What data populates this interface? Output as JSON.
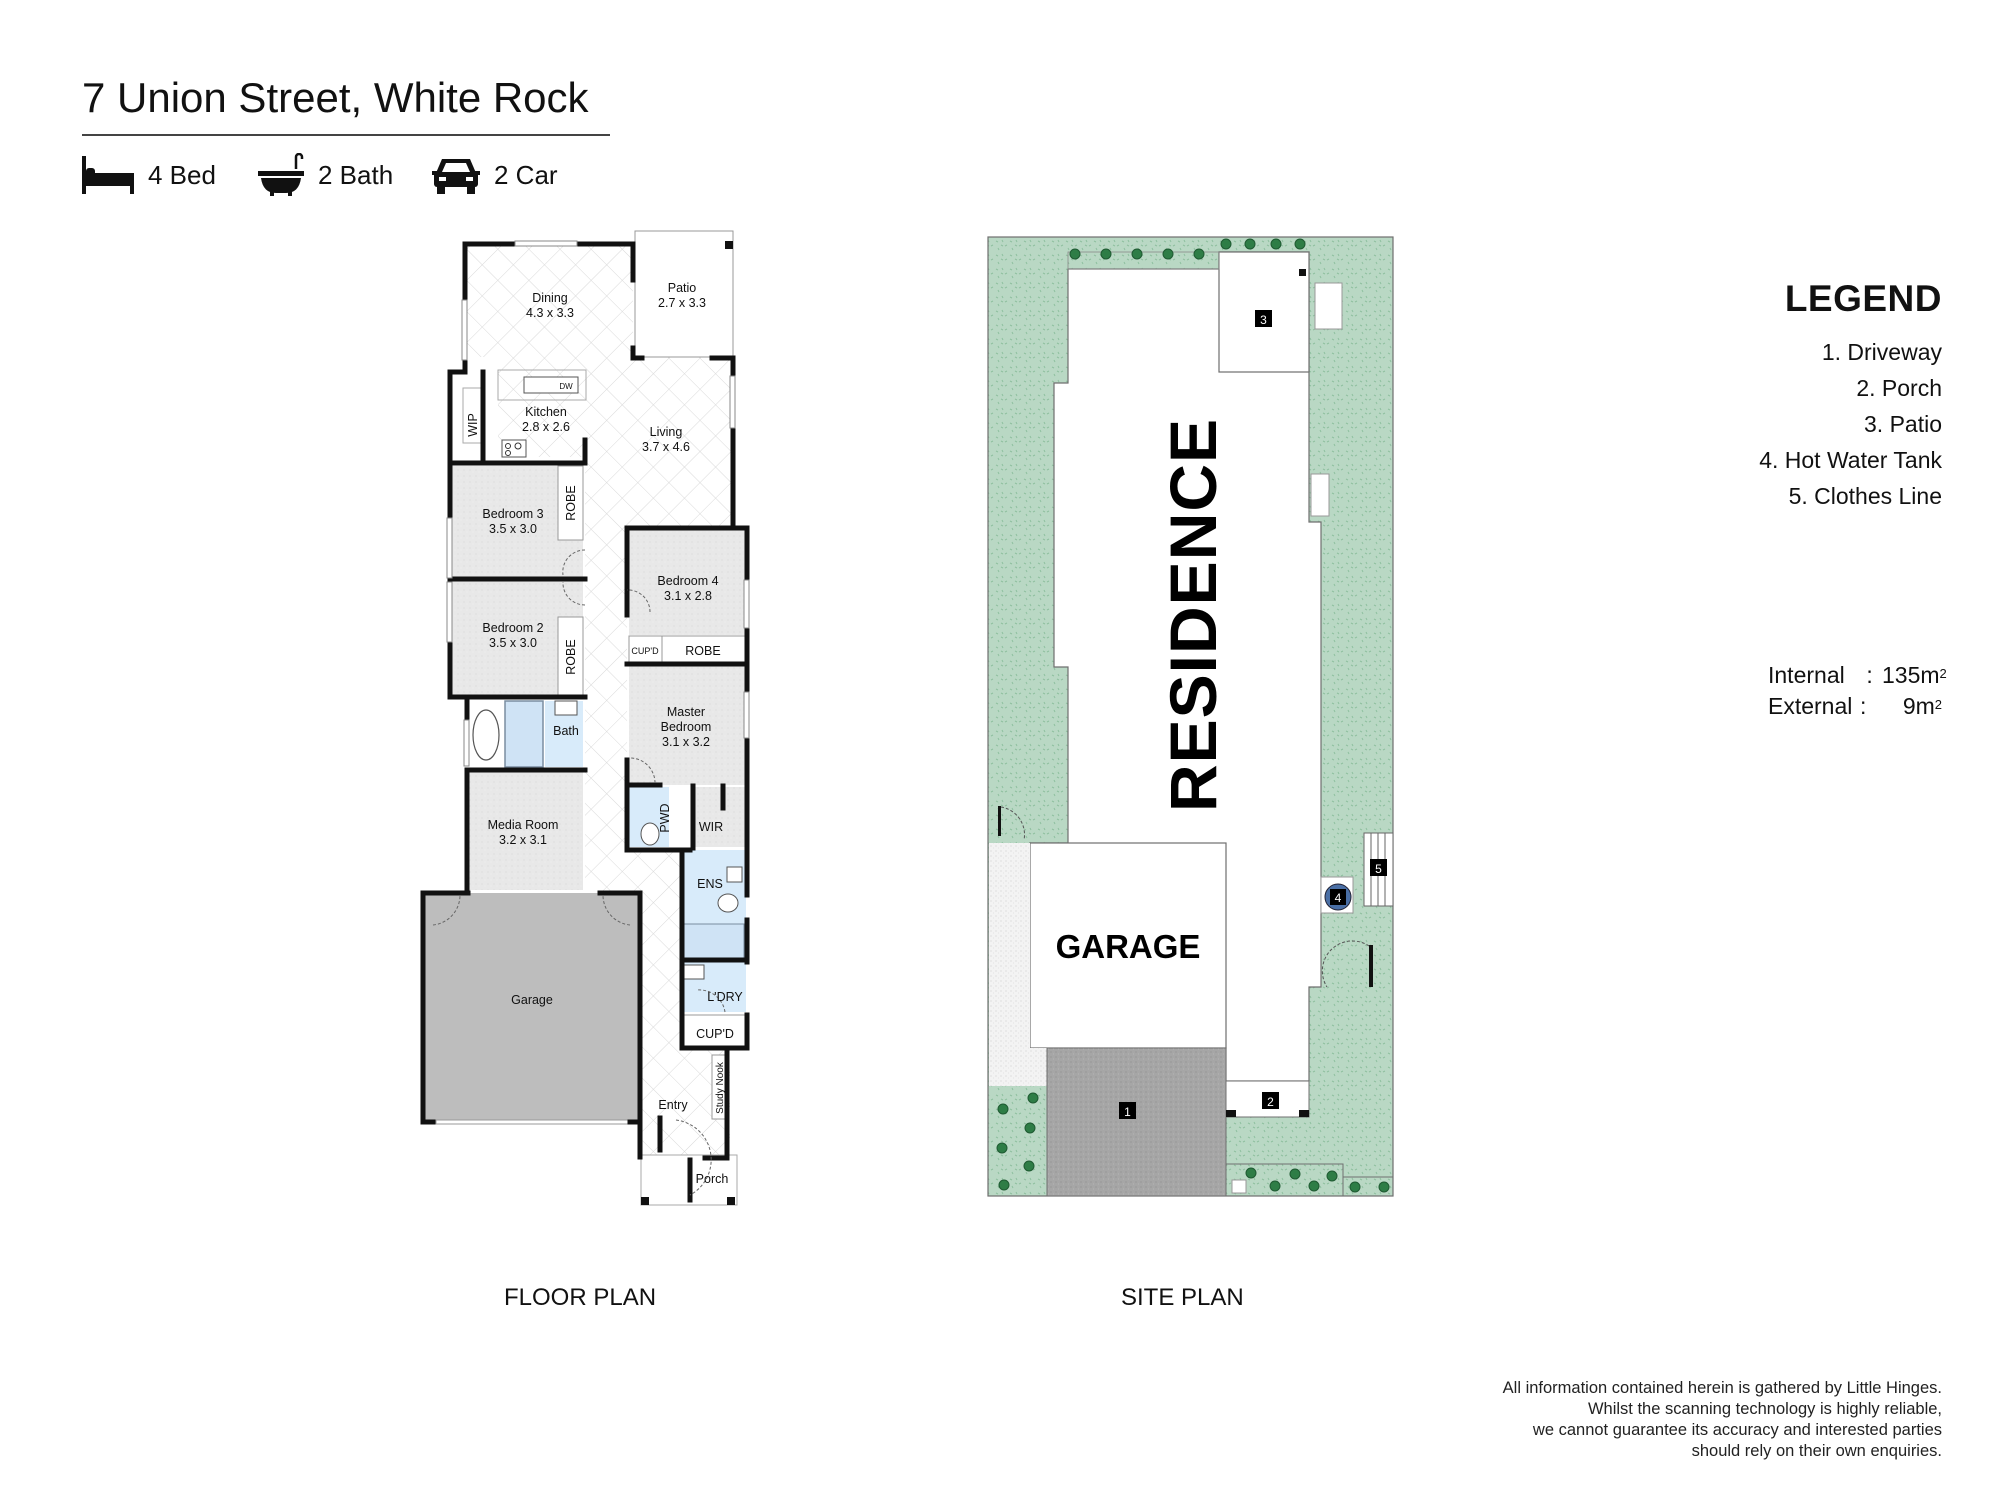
{
  "header": {
    "title": "7 Union Street, White Rock",
    "features": [
      {
        "icon": "bed-icon",
        "label": "4 Bed"
      },
      {
        "icon": "bath-icon",
        "label": "2 Bath"
      },
      {
        "icon": "car-icon",
        "label": "2 Car"
      }
    ]
  },
  "floor_plan": {
    "caption": "FLOOR PLAN",
    "rooms": {
      "dining": {
        "name": "Dining",
        "size": "4.3 x 3.3"
      },
      "patio": {
        "name": "Patio",
        "size": "2.7 x 3.3"
      },
      "kitchen": {
        "name": "Kitchen",
        "size": "2.8 x 2.6"
      },
      "living": {
        "name": "Living",
        "size": "3.7 x 4.6"
      },
      "bedroom3": {
        "name": "Bedroom 3",
        "size": "3.5 x 3.0"
      },
      "bedroom2": {
        "name": "Bedroom 2",
        "size": "3.5 x 3.0"
      },
      "bedroom4": {
        "name": "Bedroom 4",
        "size": "3.1 x 2.8"
      },
      "master": {
        "name_line1": "Master",
        "name_line2": "Bedroom",
        "size": "3.1 x 3.2"
      },
      "media": {
        "name": "Media Room",
        "size": "3.2 x 3.1"
      },
      "garage": {
        "name": "Garage"
      },
      "wip": "WIP",
      "dw": "DW",
      "robe": "ROBE",
      "cupd": "CUP'D",
      "bath": "Bath",
      "pwd": "PWD",
      "wir": "WIR",
      "ens": "ENS",
      "laundry": "L'DRY",
      "study": "Study Nook",
      "entry": "Entry",
      "porch": "Porch"
    }
  },
  "site_plan": {
    "caption": "SITE PLAN",
    "residence_label": "RESIDENCE",
    "garage_label": "GARAGE",
    "markers": [
      "1",
      "2",
      "3",
      "4",
      "5"
    ],
    "colors": {
      "lawn": "#b7d7c2",
      "shrub": "#2e7d46",
      "driveway": "#a3a3a3",
      "gravel": "#f2f2f2",
      "hot_water": "#4a6fa5"
    }
  },
  "legend": {
    "title": "LEGEND",
    "items": [
      "1. Driveway",
      "2. Porch",
      "3. Patio",
      "4. Hot Water Tank",
      "5. Clothes Line"
    ],
    "internal_label": "Internal",
    "internal_value": "135m",
    "external_label": "External",
    "external_value": "9m",
    "unit_sup": "2"
  },
  "disclaimer": [
    "All information contained herein is gathered by Little Hinges.",
    "Whilst the scanning technology is highly reliable,",
    "we cannot guarantee its accuracy and interested parties",
    "should rely on their own enquiries."
  ]
}
